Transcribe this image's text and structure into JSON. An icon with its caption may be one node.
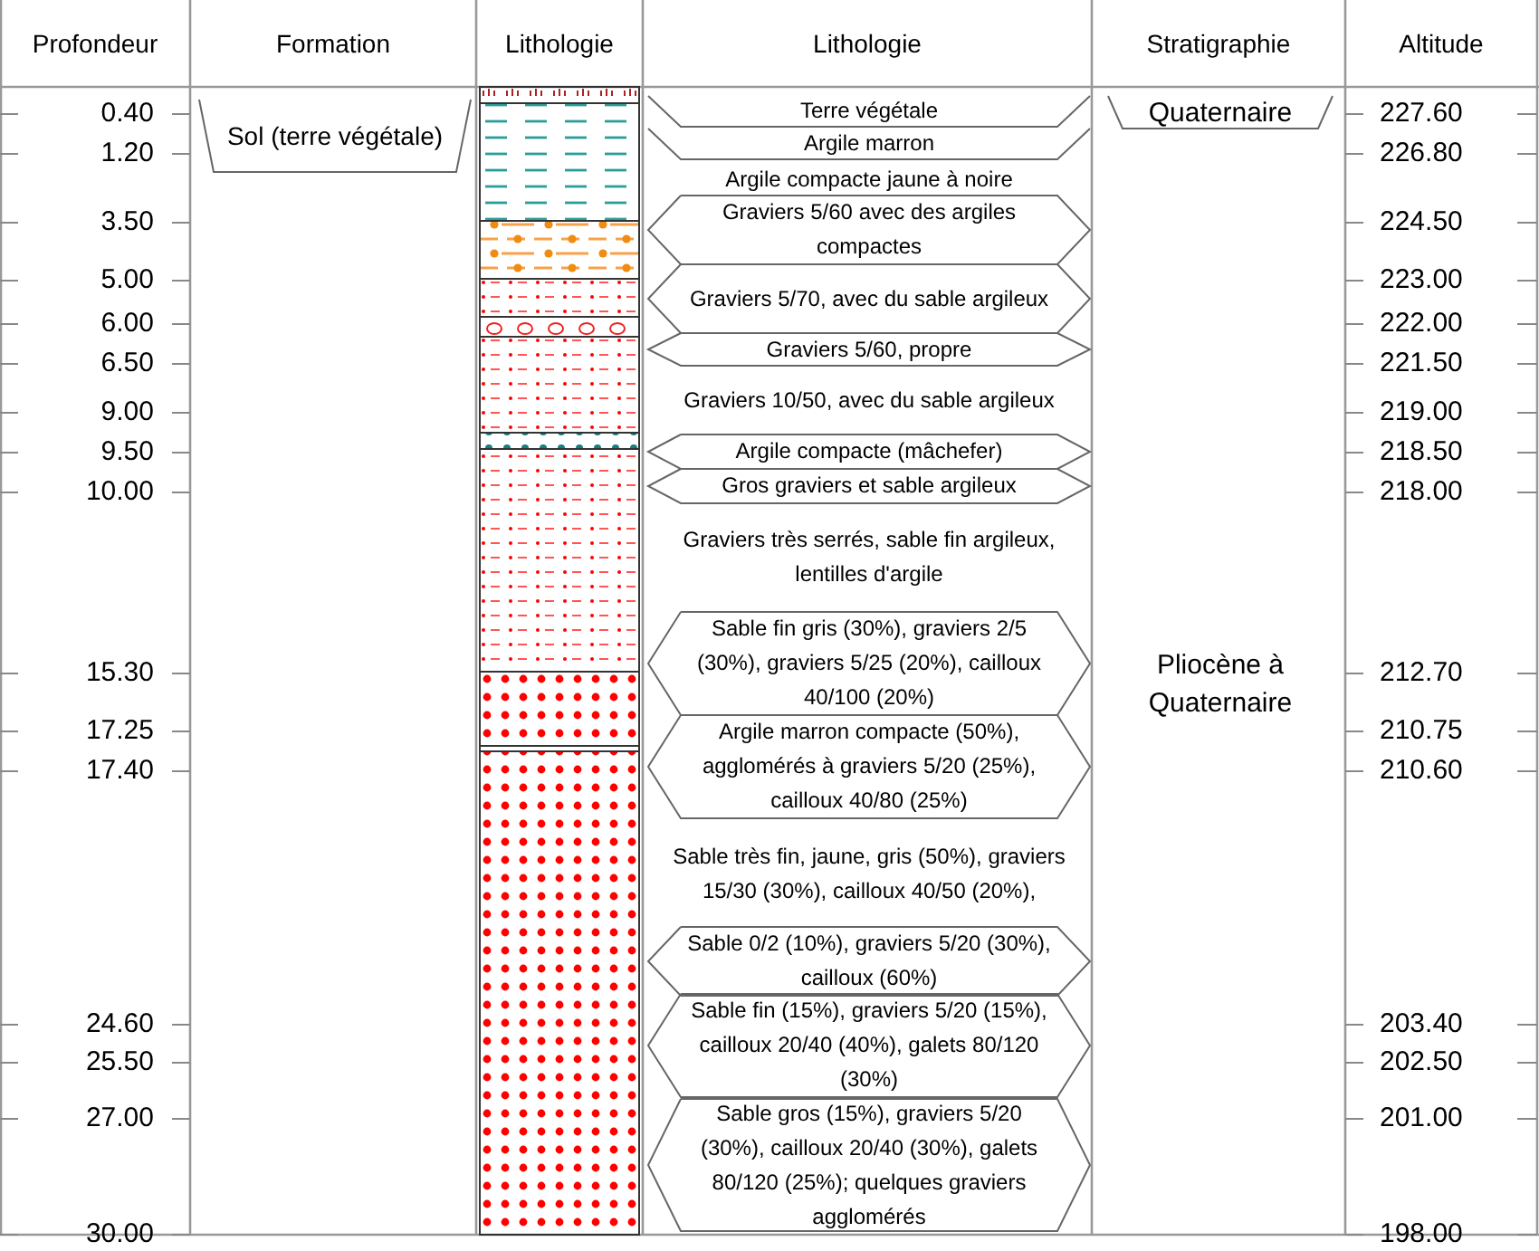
{
  "diagram": {
    "nodes": [
      {
        "text": [
          "Sol (terre végétale)"
        ]
      },
      {
        "text": [
          "Terre végétale"
        ]
      },
      {
        "text": [
          "Argile marron"
        ]
      },
      {
        "text": [
          "Argile compacte jaune à noire"
        ]
      },
      {
        "text": [
          "Graviers 5/60 avec des argiles compactes"
        ]
      },
      {
        "text": [
          "Graviers 5/70, avec du sable argileux"
        ]
      },
      {
        "text": [
          "Graviers 5/60, propre"
        ]
      },
      {
        "text": [
          "Graviers 10/50, avec du sable argileux"
        ]
      },
      {
        "text": [
          "Argile compacte (mâchefer)"
        ]
      },
      {
        "text": [
          "Gros graviers et sable argileux"
        ]
      },
      {
        "text": [
          "Graviers très serrés, sable fin argileux, lentilles d'argile"
        ]
      },
      {
        "text": [
          "Sable fin gris (30%), graviers 2/5 (30%), graviers 5/25 (20%), cailloux 40/100 (20%)"
        ]
      },
      {
        "text": [
          "Argile marron compacte (50%), agglomérés à graviers 5/20 (25%), cailloux 40/80 (25%)"
        ]
      },
      {
        "text": [
          "Sable très fin, jaune, gris (50%), graviers 15/30 (30%), cailloux 40/50 (20%),"
        ]
      },
      {
        "text": [
          "Sable 0/2 (10%), graviers 5/20 (30%), cailloux (60%)"
        ]
      },
      {
        "text": [
          "Sable fin (15%), graviers 5/20 (15%), cailloux 20/40 (40%), galets 80/120 (30%)"
        ]
      },
      {
        "text": [
          "Sable gros (15%), graviers 5/20 (30%), cailloux 20/40 (30%), galets 80/120 (25%); quelques graviers agglomérés"
        ]
      },
      {
        "text": [
          "Quaternaire"
        ]
      },
      {
        "text": [
          "Pliocène à Quaternaire"
        ]
      }
    ],
    "labels": [
      "Profondeur",
      "Formation",
      "Lithologie",
      "Lithologie",
      "Stratigraphie",
      "Altitude",
      "0.40",
      "1.20",
      "3.50",
      "5.00",
      "6.00",
      "6.50",
      "9.00",
      "9.50",
      "10.00",
      "15.30",
      "17.25",
      "17.40",
      "24.60",
      "25.50",
      "27.00",
      "30.00",
      "227.60",
      "226.80",
      "224.50",
      "223.00",
      "222.00",
      "221.50",
      "219.00",
      "218.50",
      "218.00",
      "212.70",
      "210.75",
      "210.60",
      "203.40",
      "202.50",
      "201.00",
      "198.00"
    ]
  }
}
